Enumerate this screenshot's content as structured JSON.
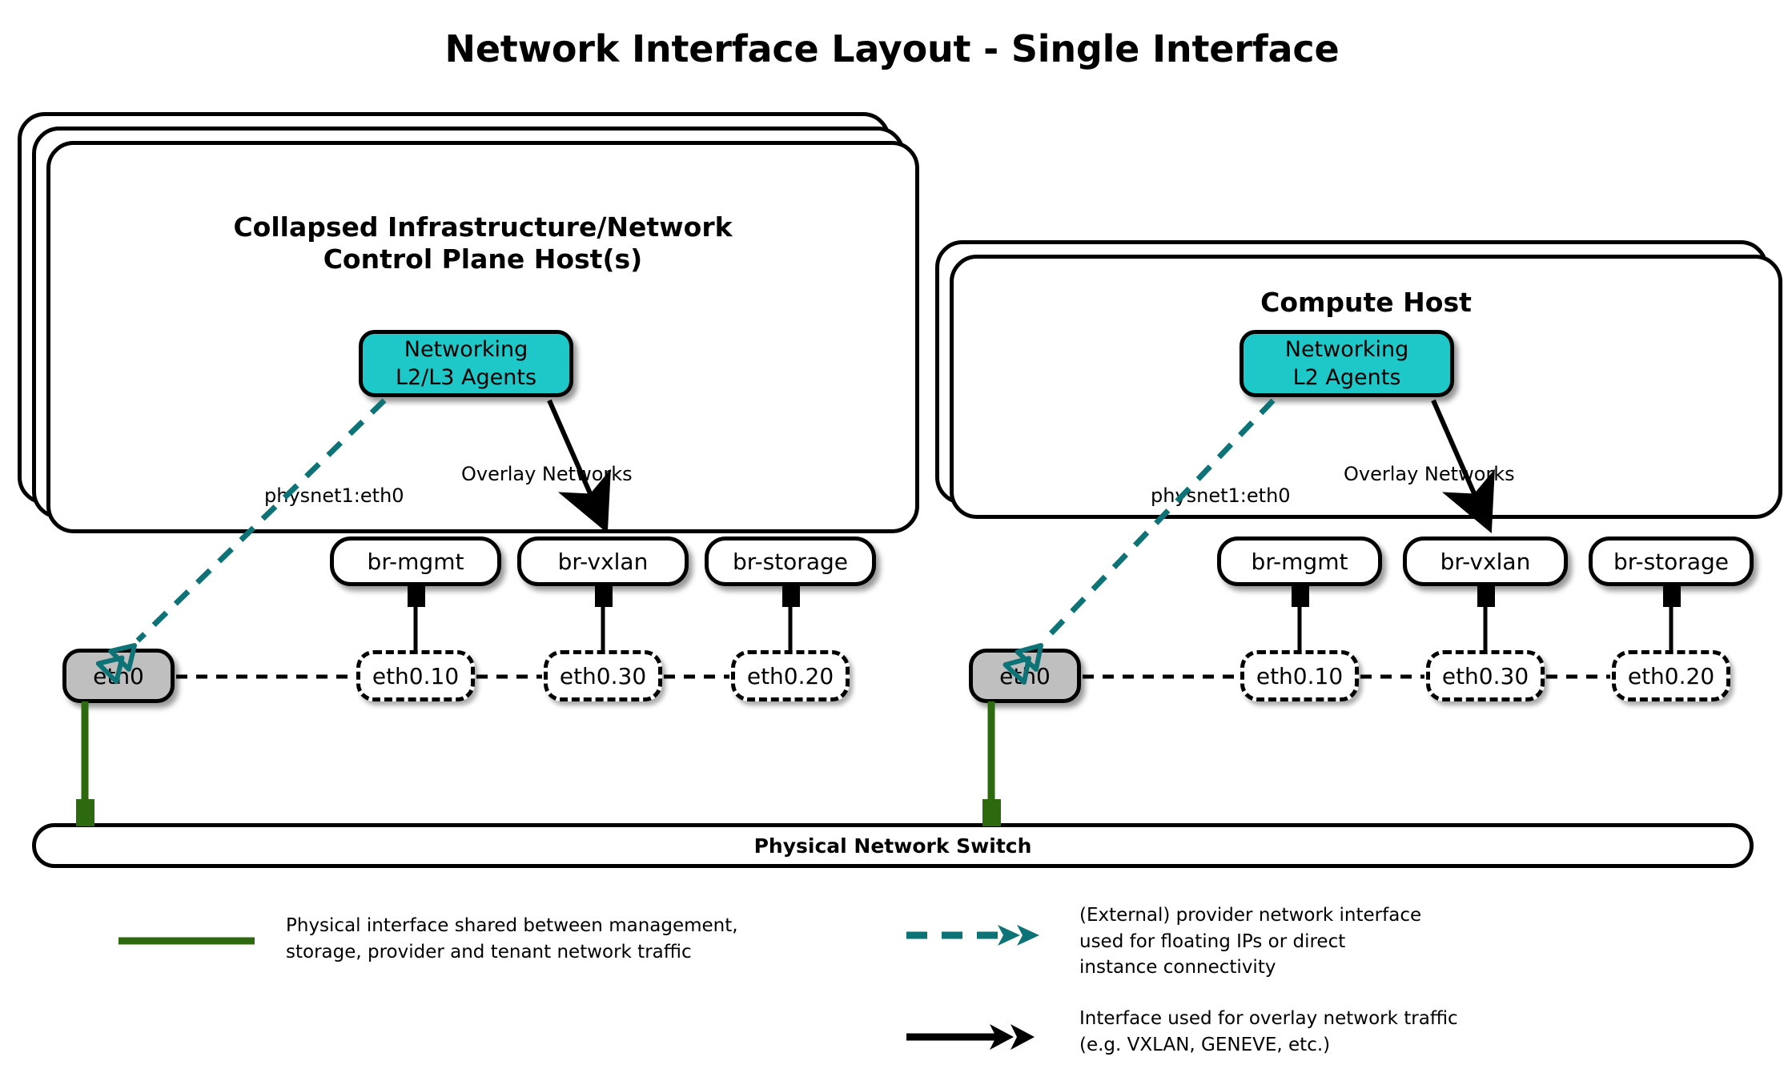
{
  "title": "Network Interface Layout - Single Interface",
  "colors": {
    "agent_fill": "#1fc8c8",
    "nic_fill": "#bfbfbf",
    "provider_teal": "#0d7377",
    "physical_green": "#2d6a0f",
    "stroke_black": "#000000",
    "background": "#ffffff"
  },
  "hosts": [
    {
      "id": "control-plane",
      "title": "Collapsed Infrastructure/Network\nControl Plane Host(s)",
      "stack_layers": 3,
      "agent": {
        "line1": "Networking",
        "line2": "L2/L3 Agents"
      },
      "edge_labels": {
        "provider": "physnet1:eth0",
        "overlay": "Overlay Networks"
      },
      "bridges": [
        "br-mgmt",
        "br-vxlan",
        "br-storage"
      ],
      "vlans": [
        "eth0.10",
        "eth0.30",
        "eth0.20"
      ],
      "nic": "eth0"
    },
    {
      "id": "compute",
      "title": "Compute Host",
      "stack_layers": 2,
      "agent": {
        "line1": "Networking",
        "line2": "L2 Agents"
      },
      "edge_labels": {
        "provider": "physnet1:eth0",
        "overlay": "Overlay Networks"
      },
      "bridges": [
        "br-mgmt",
        "br-vxlan",
        "br-storage"
      ],
      "vlans": [
        "eth0.10",
        "eth0.30",
        "eth0.20"
      ],
      "nic": "eth0"
    }
  ],
  "switch": {
    "label": "Physical Network Switch"
  },
  "legend": [
    {
      "id": "physical",
      "marker": "solid-green-line",
      "text": "Physical interface shared between management,\nstorage, provider and tenant network traffic"
    },
    {
      "id": "provider",
      "marker": "dashed-teal-double-chevron-arrow",
      "text": "(External) provider network interface\nused for floating IPs or direct\ninstance connectivity"
    },
    {
      "id": "overlay",
      "marker": "solid-black-double-arrow",
      "text": "Interface used for overlay network traffic\n(e.g. VXLAN, GENEVE, etc.)"
    }
  ]
}
